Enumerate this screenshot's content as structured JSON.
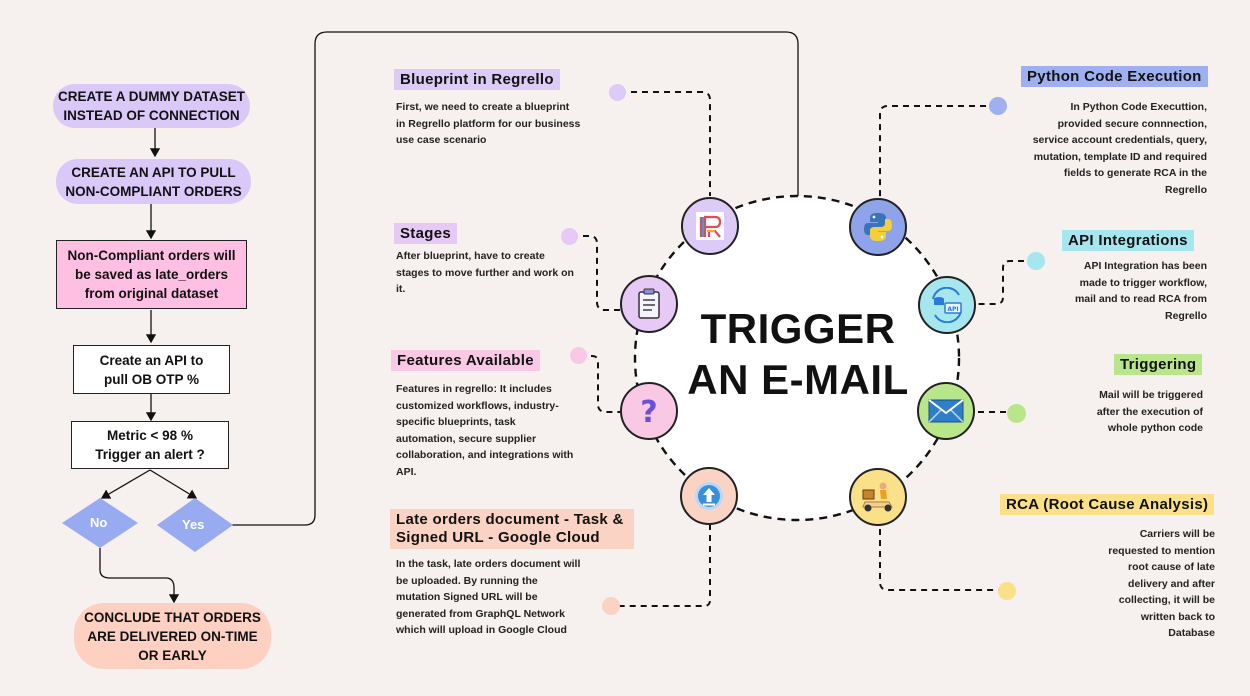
{
  "flowchart": {
    "step1": "CREATE A DUMMY DATASET INSTEAD OF CONNECTION",
    "step2": "CREATE AN API TO PULL NON-COMPLIANT ORDERS",
    "step3": "Non-Compliant orders will be saved as late_orders from original dataset",
    "step4": "Create an API to pull OB OTP %",
    "step5": "Metric < 98 % Trigger an alert ?",
    "no_label": "No",
    "yes_label": "Yes",
    "conclusion": "CONCLUDE THAT ORDERS ARE DELIVERED ON-TIME OR EARLY"
  },
  "center": {
    "line1": "TRIGGER",
    "line2": "AN E-MAIL"
  },
  "left_items": [
    {
      "title": "Blueprint in Regrello",
      "desc": "First, we need to create a blueprint in Regrello platform for our business use case scenario",
      "color": "#dccbf7"
    },
    {
      "title": "Stages",
      "desc": "After blueprint, have to create stages to move further and work on it.",
      "color": "#e6c9f5"
    },
    {
      "title": "Features Available",
      "desc": "Features in regrello: It includes customized workflows, industry-specific blueprints, task automation, secure supplier collaboration, and integrations with API.",
      "color": "#f8c8e4"
    },
    {
      "title": "Late orders document - Task & Signed URL - Google Cloud",
      "desc": "In the task, late orders document will be uploaded. By running the mutation Signed URL will be generated from GraphQL Network which will upload in Google Cloud",
      "color": "#fbd3c5"
    }
  ],
  "right_items": [
    {
      "title": "Python Code Execution",
      "desc": "In Python Code Executtion, provided secure connnection, service account credentials, query, mutation, template ID and required fields  to generate RCA in the Regrello",
      "color": "#9fb0f0"
    },
    {
      "title": "API Integrations",
      "desc": "API Integration has been made to  trigger workflow, mail and to read RCA from Regrello",
      "color": "#a6e6ee"
    },
    {
      "title": "Triggering",
      "desc": "Mail will be triggered after the execution of whole python code",
      "color": "#b9e68a"
    },
    {
      "title": "RCA (Root Cause Analysis)",
      "desc": "Carriers will be requested to mention root cause of late delivery and after collecting, it will be written back to Database",
      "color": "#fbe08a"
    }
  ],
  "icons": {
    "api_text": "API"
  },
  "colors": {
    "background": "#f6f0ef",
    "purple_pill": "#d9c8f8",
    "pink_box": "#ffbfe3",
    "diamond": "#98aaf0",
    "peach_pill": "#fdd0c2"
  }
}
